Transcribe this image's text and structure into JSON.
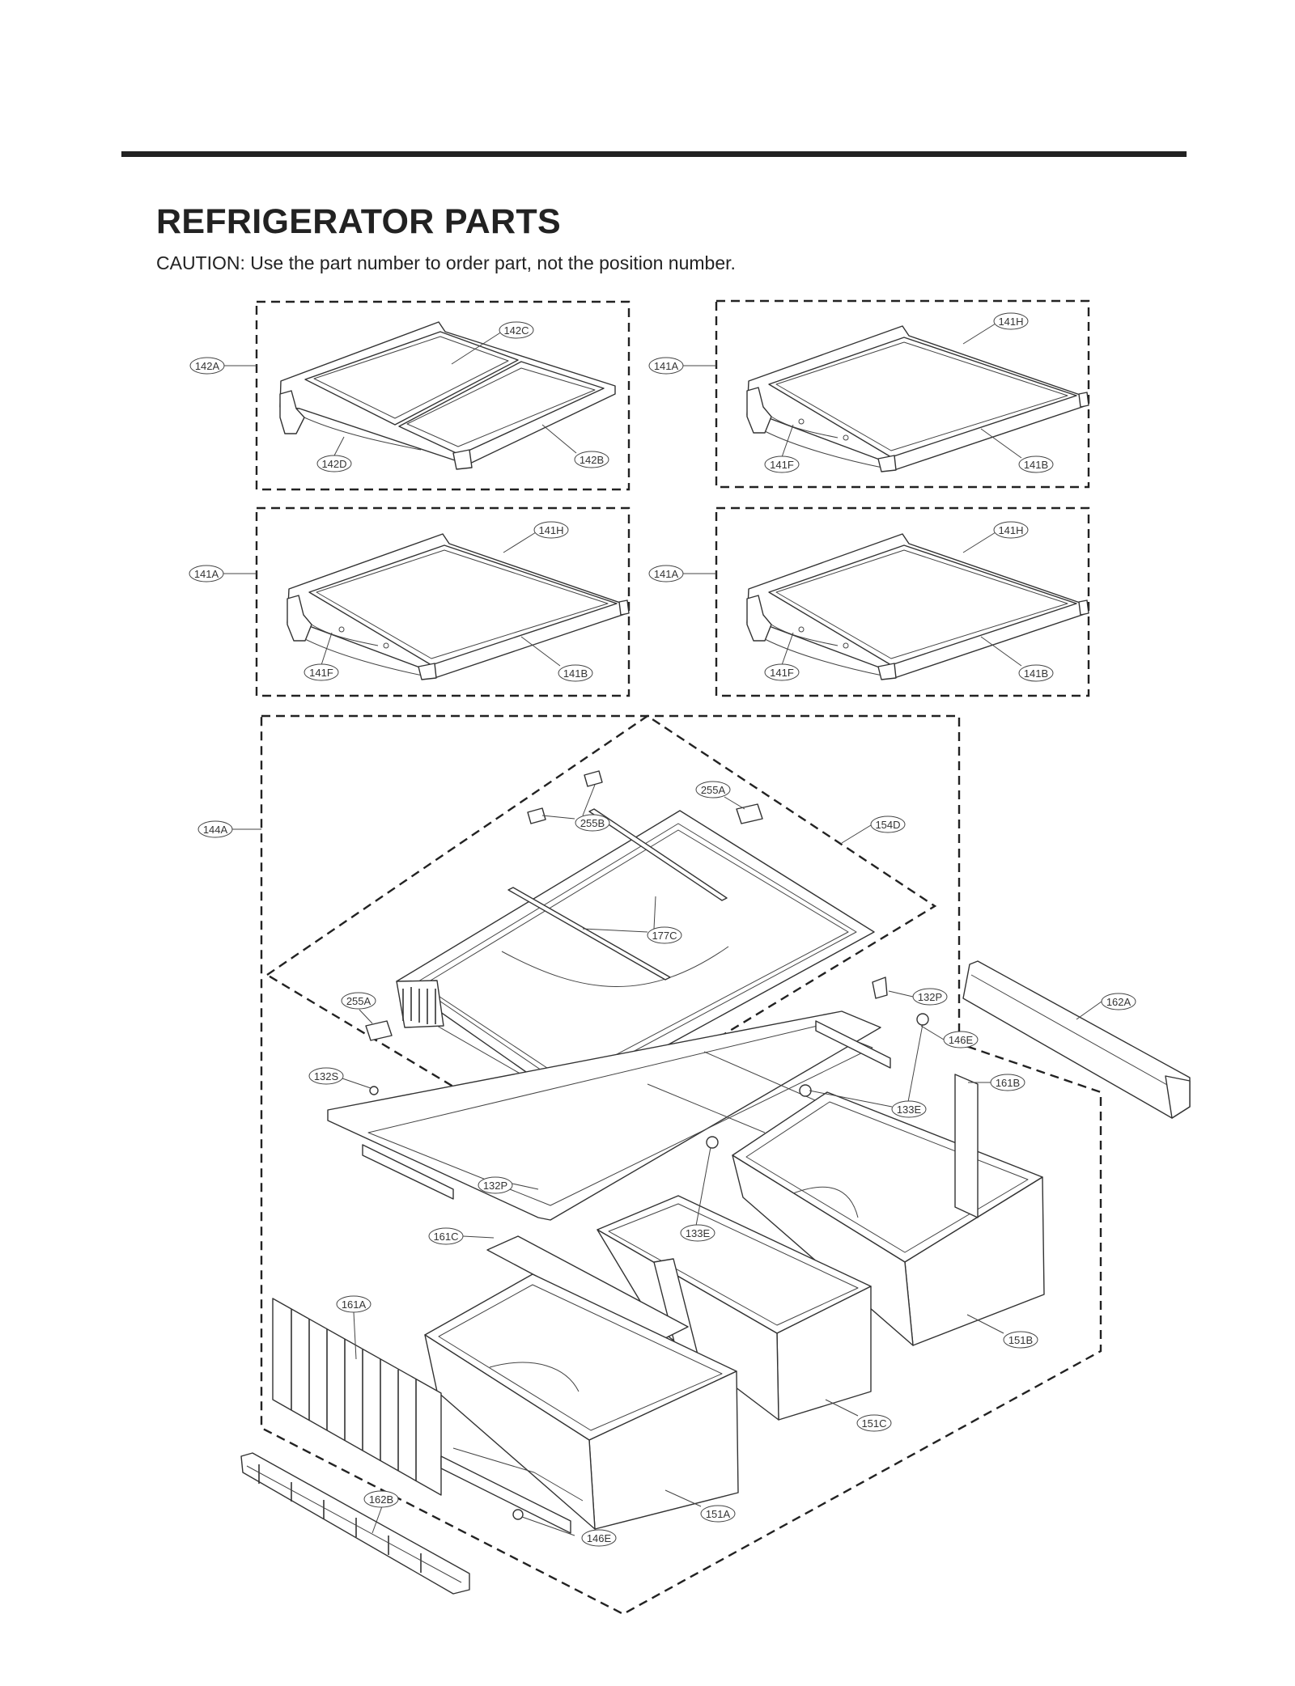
{
  "header": {
    "title": "REFRIGERATOR PARTS",
    "caution": "CAUTION: Use the part number to order part, not the position number."
  },
  "callouts": {
    "shelf_142": {
      "frame": "142A",
      "glass": "142C",
      "insert": "142B",
      "support": "142D"
    },
    "shelf_141_top": {
      "frame": "141A",
      "glass": "141H",
      "trim": "141B",
      "support": "141F"
    },
    "shelf_141_left": {
      "frame": "141A",
      "glass": "141H",
      "trim": "141B",
      "support": "141F"
    },
    "shelf_141_right": {
      "frame": "141A",
      "glass": "141H",
      "trim": "141B",
      "support": "141F"
    },
    "crisper_assembly": {
      "assembly": "144A",
      "clip_a_top": "255A",
      "clip_b": "255B",
      "cover_frame": "154D",
      "rails": "177C",
      "clip_a_left": "255A",
      "stopper_right": "132P",
      "screw": "132S",
      "stopper_left": "132P",
      "roller_top": "146E",
      "roller_right": "133E",
      "roller_mid": "133E",
      "guide_right": "161B",
      "guide_left": "161C",
      "cover_rear": "162A",
      "partition_grille": "161A",
      "bin_right": "151B",
      "bin_middle": "151C",
      "bin_left": "151A",
      "roller_bottom": "146E",
      "cover_front": "162B"
    }
  }
}
